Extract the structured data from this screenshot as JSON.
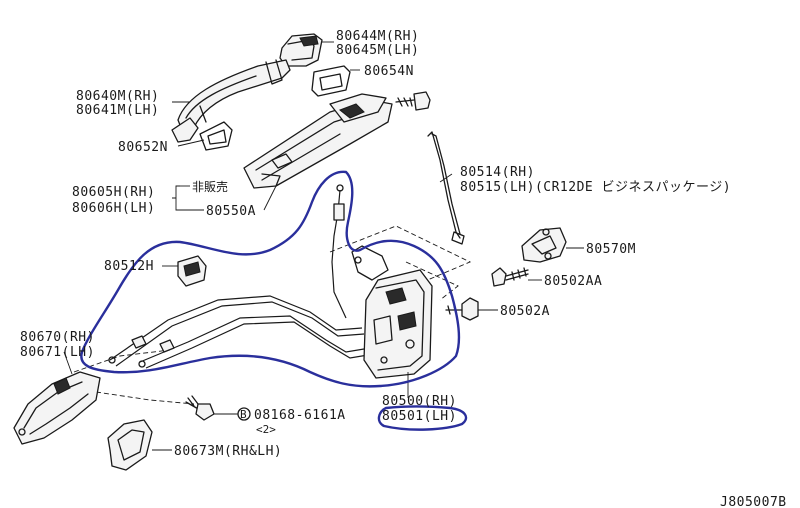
{
  "labels": {
    "p80644": "80644M(RH)",
    "p80645": "80645M(LH)",
    "p80654": "80654N",
    "p80640": "80640M(RH)",
    "p80641": "80641M(LH)",
    "p80652": "80652N",
    "p80605": "80605H(RH)",
    "p80606": "80606H(LH)",
    "hihanbai": "非販売",
    "p80550": "80550A",
    "p80514": "80514(RH)",
    "p80515": "80515(LH)(CR12DE ビジネスパッケージ)",
    "p80570": "80570M",
    "p80512": "80512H",
    "p80502aa": "80502AA",
    "p80502a": "80502A",
    "p80670": "80670(RH)",
    "p80671": "80671(LH)",
    "p80500": "80500(RH)",
    "p80501": "80501(LH)",
    "bolt_symbol": "B",
    "p08168": "08168-6161A",
    "bolt_qty": "<2>",
    "p80673": "80673M(RH&LH)",
    "diagram_code": "J805007B"
  },
  "colors": {
    "ink": "#1a1a1a",
    "marker": "#2a2f9c",
    "background": "#ffffff"
  }
}
